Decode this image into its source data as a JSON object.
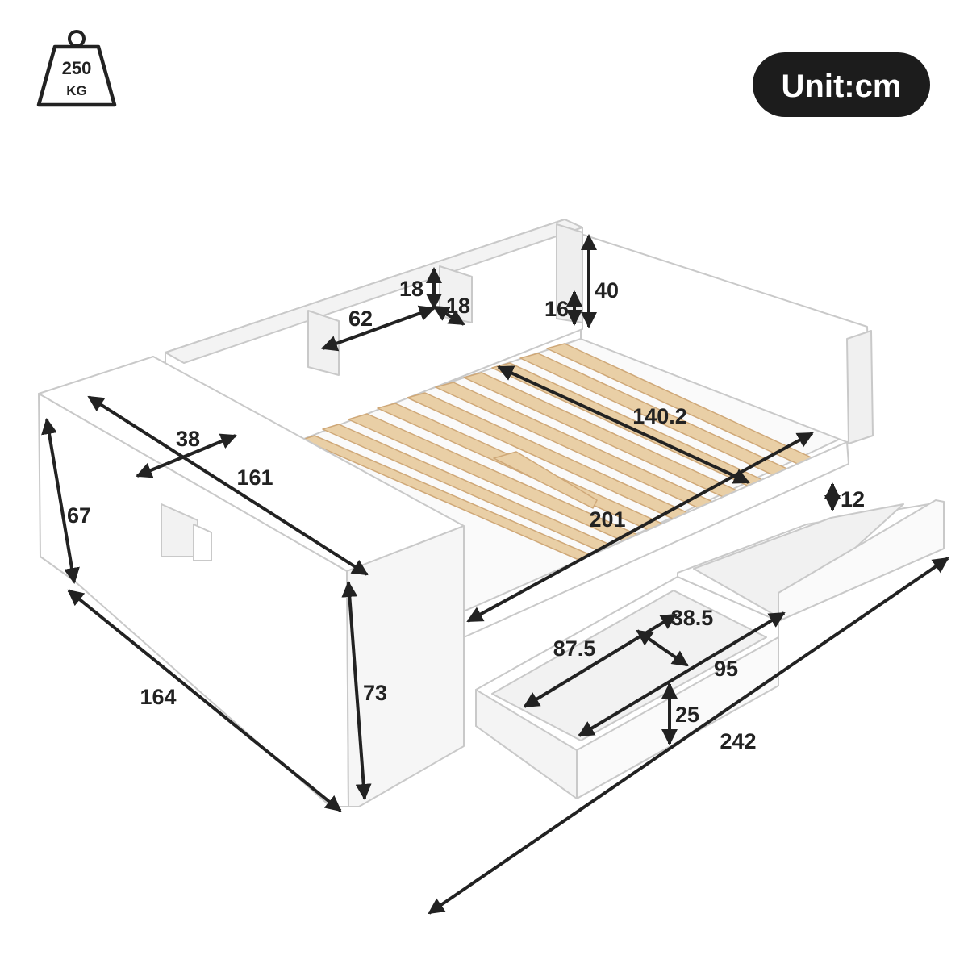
{
  "weight": {
    "value": "250",
    "unit": "KG",
    "icon": "weight-icon"
  },
  "unit_badge": {
    "label": "Unit:cm"
  },
  "dimensions": {
    "shelf_height": "18",
    "shelf_depth": "18",
    "shelf_width": "62",
    "rail_height": "16",
    "headboard_height": "40",
    "mattress_width": "140.2",
    "desk_depth": "38",
    "desk_length": "161",
    "desk_height": "67",
    "mattress_length": "201",
    "drawer_height": "12",
    "drawer_depth": "87.5",
    "drawer_width": "38.5",
    "drawer_length": "95",
    "drawer_inner_height": "25",
    "total_width": "164",
    "total_height": "73",
    "total_length": "242"
  },
  "colors": {
    "slats": "#e9cfa6",
    "frame": "#ffffff",
    "outline": "#cfcfcf",
    "ink": "#222222",
    "badge": "#1c1c1c"
  }
}
